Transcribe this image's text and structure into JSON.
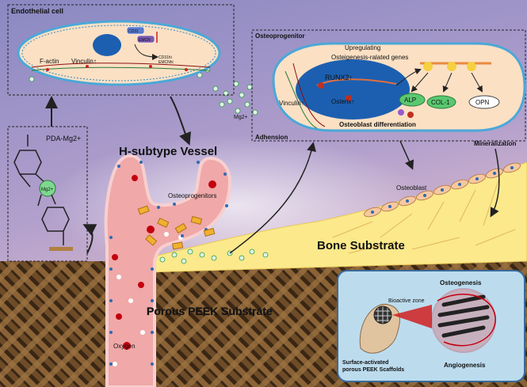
{
  "endothelial": {
    "title": "Endothelial cell",
    "f_actin": "F-actin",
    "vinculin": "Vinculin↑",
    "cd31_top": "CD31",
    "emcn_top": "EMCN",
    "cd31_bottom": "CD31hi",
    "emcn_bottom": "EMCNhi"
  },
  "osteoprogenitor": {
    "title": "Osteoprogenitor",
    "upregulating": "Upregulating",
    "genes": "Osteigenesis-ralated genes",
    "runx2": "RUNX2↑",
    "osterix": "Osterix↑",
    "vinculin": "Vinculin↑",
    "alp": "ALP",
    "col1": "COL-1",
    "opn": "OPN",
    "differentiation": "Osteoblast differentiation",
    "adhesion": "Adhension",
    "mineralization": "Mineralization"
  },
  "labels": {
    "mg_ion": "Mg2+",
    "pda_mg": "PDA-Mg2+",
    "mg_center": "Mg2+",
    "h_vessel": "H-subtype Vessel",
    "osteoprogenitors": "Osteoprogenitors",
    "osteoblast": "Osteoblast",
    "bone_substrate": "Bone Substrate",
    "porous_peek": "Porous PEEK Substrate",
    "oxygen": "Oxygen"
  },
  "inset": {
    "osteogenesis": "Osteogenesis",
    "bioactive_zone": "Bioactive zone",
    "scaffold_line1": "Surface-activated",
    "scaffold_line2": "porous PEEK Scaffolds",
    "angiogenesis": "Angiogenesis"
  },
  "colors": {
    "bg_top": "#8a88c2",
    "bg_bottom": "#f0c8cc",
    "cell_fill": "#fbe0c4",
    "nucleus": "#1c5fb0",
    "vessel": "#f0a8a8",
    "bone": "#fbe98c",
    "mg_green": "#3fb56a",
    "peek": "#6b4a2a",
    "inset_bg": "#bcdcee"
  }
}
